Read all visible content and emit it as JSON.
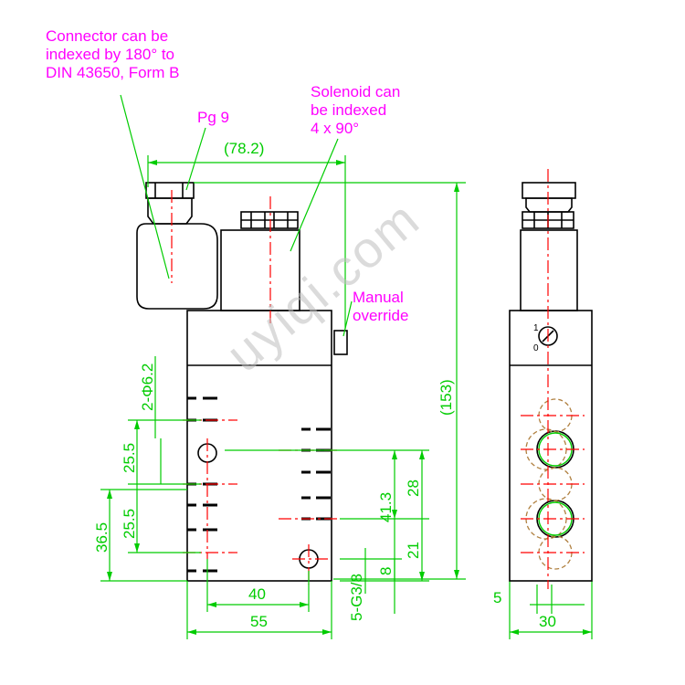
{
  "notes": {
    "connector": "Connector can be\nindexed by 180° to\nDIN 43650, Form B",
    "pg": "Pg 9",
    "solenoid": "Solenoid can\nbe indexed\n4 x 90°",
    "manual": "Manual\noverride"
  },
  "dimensions": {
    "d78": "(78.2)",
    "d153": "(153)",
    "d2phi": "2-Φ6.2",
    "d25a": "25.5",
    "d25b": "25.5",
    "d365": "36.5",
    "d28": "28",
    "d413": "41.3",
    "d21": "21",
    "d8": "8",
    "d40": "40",
    "d55": "55",
    "dg38": "5-G3/8",
    "d5": "5",
    "d30": "30"
  },
  "switch": {
    "on": "1",
    "off": "0"
  },
  "watermark": "uyiqi.com",
  "colors": {
    "line": "#000000",
    "dim": "#00cc00",
    "center": "#ff0000",
    "note": "#ff00ff",
    "hidden": "#b08040"
  }
}
